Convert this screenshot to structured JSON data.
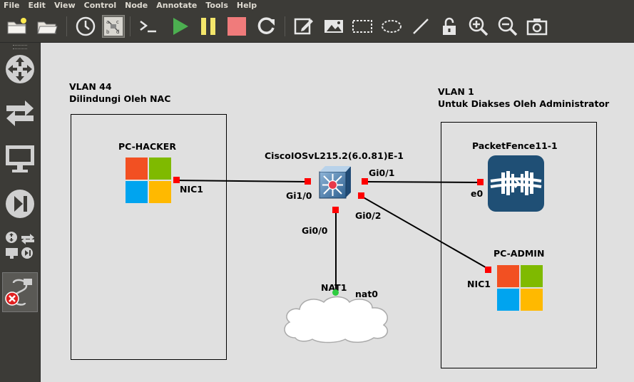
{
  "menu": [
    "File",
    "Edit",
    "View",
    "Control",
    "Node",
    "Annotate",
    "Tools",
    "Help"
  ],
  "zones": {
    "left": {
      "title": "VLAN 44",
      "subtitle": "Dilindungi Oleh NAC"
    },
    "right": {
      "title": "VLAN 1",
      "subtitle": "Untuk Diakses Oleh Administrator"
    }
  },
  "nodes": {
    "pc_hacker": {
      "label": "PC-HACKER",
      "port": "NIC1"
    },
    "switch": {
      "label": "CiscoIOSvL215.2(6.0.81)E-1",
      "ports": [
        "Gi1/0",
        "Gi0/1",
        "Gi0/2",
        "Gi0/0"
      ]
    },
    "packetfence": {
      "label": "PacketFence11-1",
      "port": "e0"
    },
    "pc_admin": {
      "label": "PC-ADMIN",
      "port": "NIC1"
    },
    "nat": {
      "label": "NAT1",
      "port": "nat0"
    }
  },
  "colors": {
    "win_red": "#f25022",
    "win_green": "#7fba00",
    "win_blue": "#00a4ef",
    "win_yellow": "#ffb900",
    "port_down": "#ff0000",
    "port_up": "#2ecc40",
    "canvas_bg": "#e0e0e0",
    "pf_blue": "#1f4f75"
  }
}
